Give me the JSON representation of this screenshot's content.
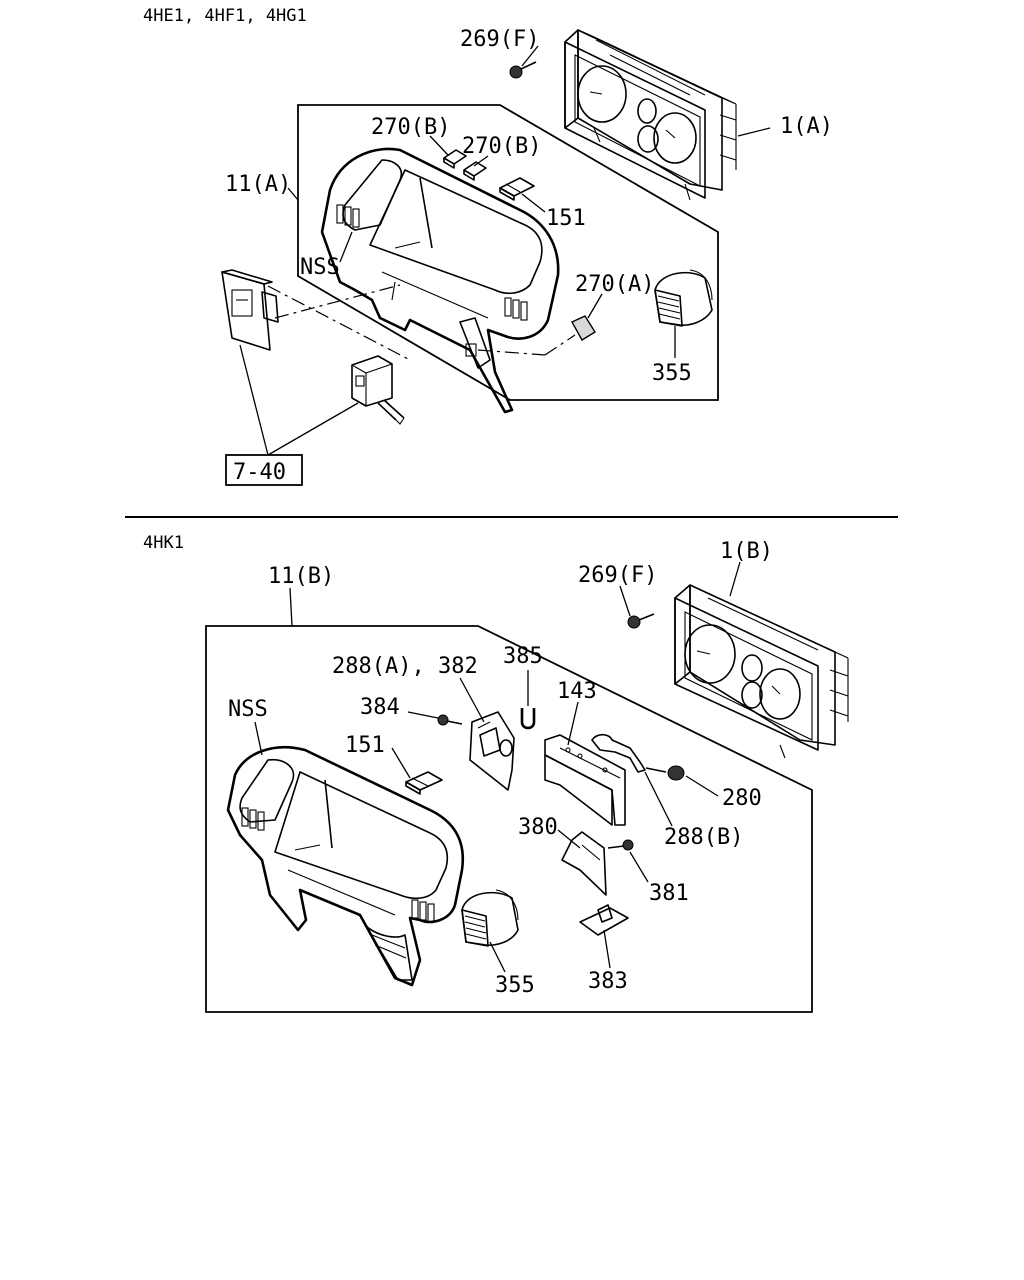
{
  "sections": {
    "top": {
      "header": "4HE1, 4HF1, 4HG1",
      "labels": {
        "p269f": "269(F)",
        "p1a": "1(A)",
        "p270b_1": "270(B)",
        "p270b_2": "270(B)",
        "p11a": "11(A)",
        "p151": "151",
        "nss": "NSS",
        "p270a": "270(A)",
        "p355": "355",
        "ref": "7-40"
      }
    },
    "bottom": {
      "header": "4HK1",
      "labels": {
        "p1b": "1(B)",
        "p269f": "269(F)",
        "p11b": "11(B)",
        "p288a382": "288(A), 382",
        "p385": "385",
        "p143": "143",
        "nss": "NSS",
        "p384": "384",
        "p151": "151",
        "p280": "280",
        "p380": "380",
        "p288b": "288(B)",
        "p381": "381",
        "p355": "355",
        "p383": "383"
      }
    }
  }
}
